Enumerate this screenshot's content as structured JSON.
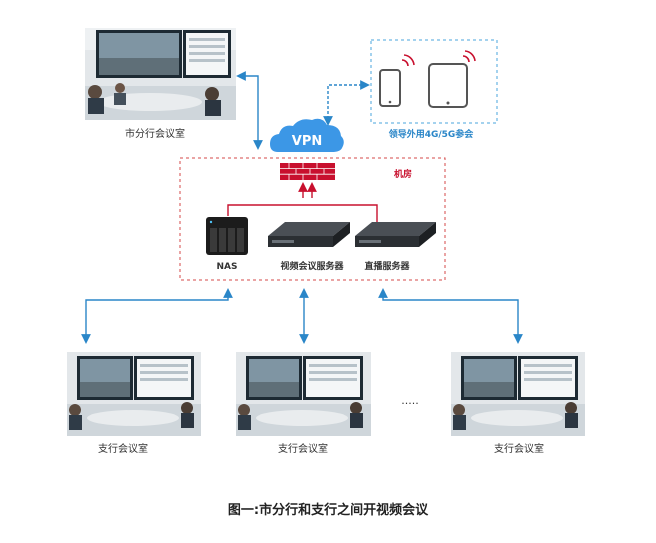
{
  "labels": {
    "city_room": "市分行会议室",
    "mobile": "领导外用4G/5G参会",
    "vpn": "VPN",
    "machine_room": "机房",
    "nas": "NAS",
    "video_server": "视频会议服务器",
    "live_server": "直播服务器",
    "branch_room_1": "支行会议室",
    "branch_room_2": "支行会议室",
    "branch_room_3": "支行会议室",
    "ellipsis": ".....",
    "caption": "图一:市分行和支行之间开视频会议"
  },
  "colors": {
    "arrow_blue": "#2a86c8",
    "dashed_red": "#d44a4a",
    "dashed_blue": "#49a6dc",
    "firewall_red": "#c8102e",
    "vpn_cloud": "#3c97e6",
    "label_red": "#c8102e",
    "label_blue": "#2a86c8"
  },
  "icons": [
    "firewall-icon",
    "nas-icon",
    "server-icon",
    "phone-icon",
    "tablet-icon",
    "signal-icon",
    "cloud-icon"
  ]
}
